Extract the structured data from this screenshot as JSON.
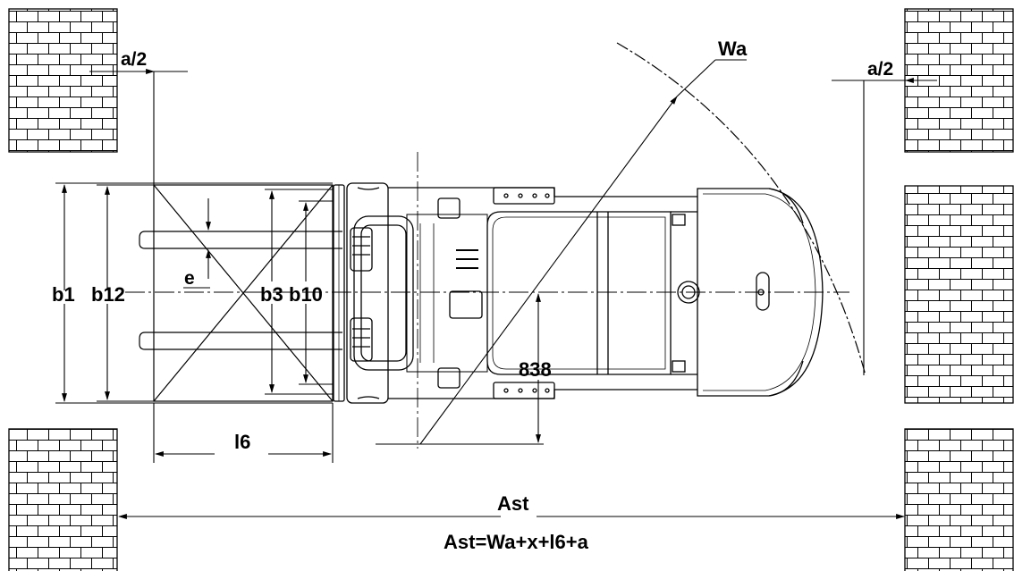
{
  "labels": {
    "a_half_left": "a/2",
    "a_half_right": "a/2",
    "wa": "Wa",
    "b1": "b1",
    "b12": "b12",
    "b3": "b3",
    "b10": "b10",
    "e": "e",
    "dim_838": "838",
    "l6": "l6",
    "ast": "Ast",
    "formula": "Ast=Wa+x+l6+a"
  },
  "colors": {
    "line": "#000000",
    "background": "#ffffff"
  }
}
